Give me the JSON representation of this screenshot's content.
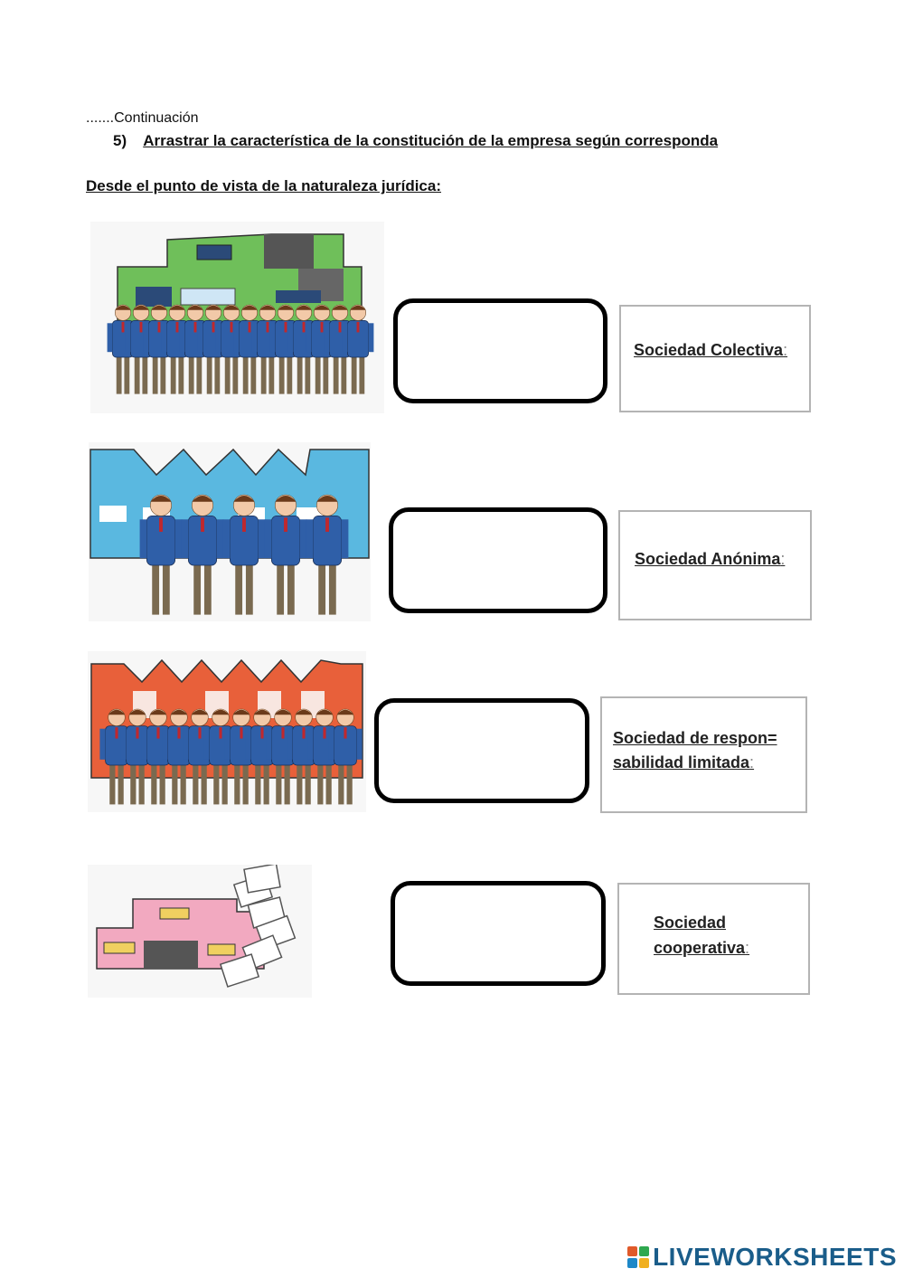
{
  "header": {
    "continuation": ".......Continuación",
    "instruction_number": "5)",
    "instruction": "Arrastrar la característica de la constitución de la empresa según corresponda",
    "subtitle": "Desde el punto de vista de la naturaleza jurídica:"
  },
  "items": [
    {
      "label_lines": [
        "Sociedad Colectiva"
      ],
      "colon": ":"
    },
    {
      "label_lines": [
        "Sociedad Anónima"
      ],
      "colon": ":"
    },
    {
      "label_lines": [
        "Sociedad de respon=",
        "sabilidad limitada"
      ],
      "colon": ":"
    },
    {
      "label_lines": [
        "Sociedad",
        "cooperativa"
      ],
      "colon": ":"
    }
  ],
  "footer": {
    "brand": "LIVEWORKSHEETS"
  },
  "colors": {
    "green_building": "#6fbf5a",
    "blue_building": "#5ab8e0",
    "orange_building": "#e8603a",
    "pink_building": "#f2a9c0",
    "jacket": "#2f5fa8",
    "pants": "#7a6a50",
    "brand": "#1a5d8a"
  }
}
